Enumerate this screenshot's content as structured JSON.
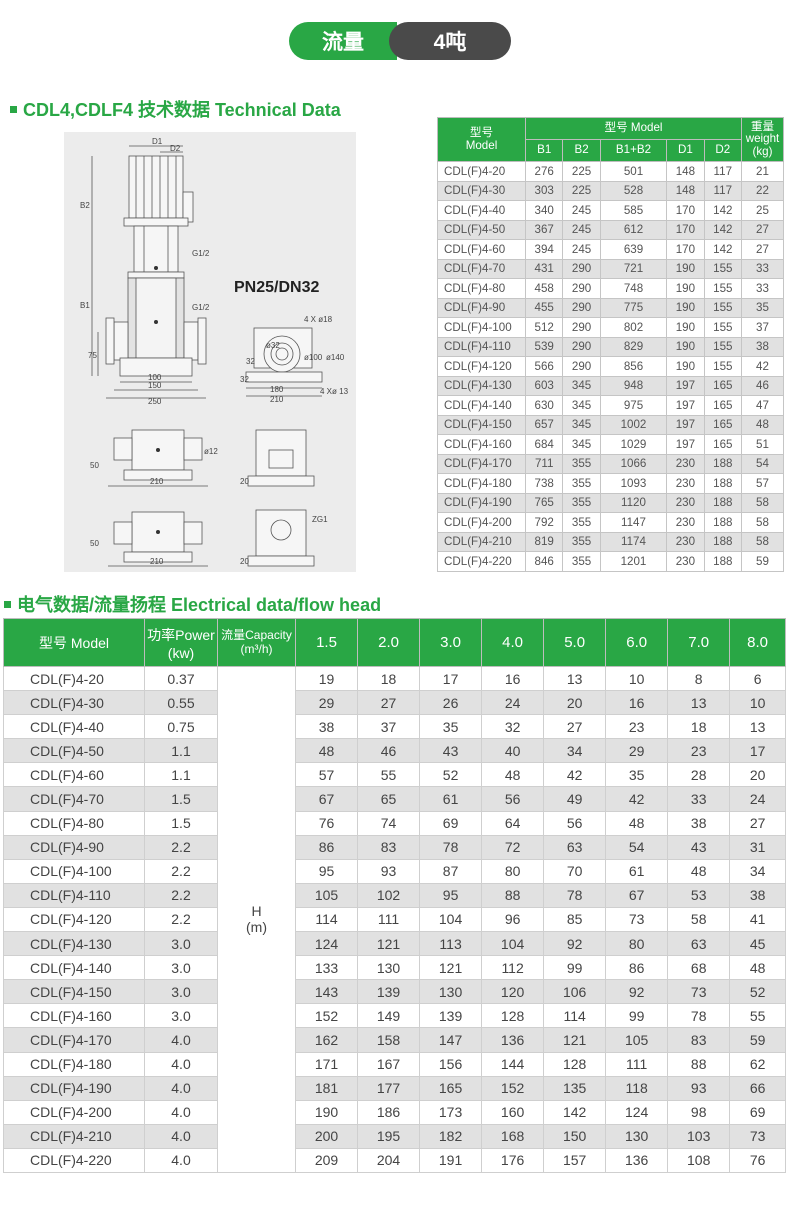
{
  "header": {
    "flow_label": "流量",
    "flow_value": "4吨"
  },
  "section1": {
    "title": "CDL4,CDLF4 技术数据 Technical Data"
  },
  "drawing": {
    "pn_label": "PN25/DN32",
    "labels": {
      "d1": "D1",
      "d2": "D2",
      "b2": "B2",
      "b1": "B1",
      "g1": "G1/2",
      "g2": "G1/2",
      "d75": "75",
      "d100": "100",
      "d150": "150",
      "d250": "250",
      "h32a": "32",
      "h32b": "32",
      "c180": "180",
      "c210": "210",
      "holes18": "4 X ø18",
      "holes13": "4 Xø 13",
      "dia100": "ø100",
      "dia140": "ø140",
      "dia32": "ø32",
      "v50a": "50",
      "v210a": "210",
      "dia12": "ø12",
      "v20a": "20",
      "v50b": "50",
      "v210b": "210",
      "zg": "ZG1",
      "v20b": "20"
    }
  },
  "tech_table": {
    "header_model_cn": "型号",
    "header_model_en": "Model",
    "header_group": "型号 Model",
    "header_weight_cn": "重量",
    "header_weight_en": "weight",
    "header_weight_unit": "(kg)",
    "columns": [
      "B1",
      "B2",
      "B1+B2",
      "D1",
      "D2"
    ],
    "rows": [
      [
        "CDL(F)4-20",
        "276",
        "225",
        "501",
        "148",
        "117",
        "21"
      ],
      [
        "CDL(F)4-30",
        "303",
        "225",
        "528",
        "148",
        "117",
        "22"
      ],
      [
        "CDL(F)4-40",
        "340",
        "245",
        "585",
        "170",
        "142",
        "25"
      ],
      [
        "CDL(F)4-50",
        "367",
        "245",
        "612",
        "170",
        "142",
        "27"
      ],
      [
        "CDL(F)4-60",
        "394",
        "245",
        "639",
        "170",
        "142",
        "27"
      ],
      [
        "CDL(F)4-70",
        "431",
        "290",
        "721",
        "190",
        "155",
        "33"
      ],
      [
        "CDL(F)4-80",
        "458",
        "290",
        "748",
        "190",
        "155",
        "33"
      ],
      [
        "CDL(F)4-90",
        "455",
        "290",
        "775",
        "190",
        "155",
        "35"
      ],
      [
        "CDL(F)4-100",
        "512",
        "290",
        "802",
        "190",
        "155",
        "37"
      ],
      [
        "CDL(F)4-110",
        "539",
        "290",
        "829",
        "190",
        "155",
        "38"
      ],
      [
        "CDL(F)4-120",
        "566",
        "290",
        "856",
        "190",
        "155",
        "42"
      ],
      [
        "CDL(F)4-130",
        "603",
        "345",
        "948",
        "197",
        "165",
        "46"
      ],
      [
        "CDL(F)4-140",
        "630",
        "345",
        "975",
        "197",
        "165",
        "47"
      ],
      [
        "CDL(F)4-150",
        "657",
        "345",
        "1002",
        "197",
        "165",
        "48"
      ],
      [
        "CDL(F)4-160",
        "684",
        "345",
        "1029",
        "197",
        "165",
        "51"
      ],
      [
        "CDL(F)4-170",
        "711",
        "355",
        "1066",
        "230",
        "188",
        "54"
      ],
      [
        "CDL(F)4-180",
        "738",
        "355",
        "1093",
        "230",
        "188",
        "57"
      ],
      [
        "CDL(F)4-190",
        "765",
        "355",
        "1120",
        "230",
        "188",
        "58"
      ],
      [
        "CDL(F)4-200",
        "792",
        "355",
        "1147",
        "230",
        "188",
        "58"
      ],
      [
        "CDL(F)4-210",
        "819",
        "355",
        "1174",
        "230",
        "188",
        "58"
      ],
      [
        "CDL(F)4-220",
        "846",
        "355",
        "1201",
        "230",
        "188",
        "59"
      ]
    ]
  },
  "section2": {
    "title": "电气数据/流量扬程 Electrical data/flow head"
  },
  "elec_table": {
    "header_model": "型号 Model",
    "header_power_cn": "功率Power",
    "header_power_unit": "(kw)",
    "header_capacity": "流量Capacity",
    "header_capacity_unit": "(m³/h)",
    "flows": [
      "1.5",
      "2.0",
      "3.0",
      "4.0",
      "5.0",
      "6.0",
      "7.0",
      "8.0"
    ],
    "head_label": "H",
    "head_unit": "(m)",
    "rows": [
      [
        "CDL(F)4-20",
        "0.37",
        "19",
        "18",
        "17",
        "16",
        "13",
        "10",
        "8",
        "6"
      ],
      [
        "CDL(F)4-30",
        "0.55",
        "29",
        "27",
        "26",
        "24",
        "20",
        "16",
        "13",
        "10"
      ],
      [
        "CDL(F)4-40",
        "0.75",
        "38",
        "37",
        "35",
        "32",
        "27",
        "23",
        "18",
        "13"
      ],
      [
        "CDL(F)4-50",
        "1.1",
        "48",
        "46",
        "43",
        "40",
        "34",
        "29",
        "23",
        "17"
      ],
      [
        "CDL(F)4-60",
        "1.1",
        "57",
        "55",
        "52",
        "48",
        "42",
        "35",
        "28",
        "20"
      ],
      [
        "CDL(F)4-70",
        "1.5",
        "67",
        "65",
        "61",
        "56",
        "49",
        "42",
        "33",
        "24"
      ],
      [
        "CDL(F)4-80",
        "1.5",
        "76",
        "74",
        "69",
        "64",
        "56",
        "48",
        "38",
        "27"
      ],
      [
        "CDL(F)4-90",
        "2.2",
        "86",
        "83",
        "78",
        "72",
        "63",
        "54",
        "43",
        "31"
      ],
      [
        "CDL(F)4-100",
        "2.2",
        "95",
        "93",
        "87",
        "80",
        "70",
        "61",
        "48",
        "34"
      ],
      [
        "CDL(F)4-110",
        "2.2",
        "105",
        "102",
        "95",
        "88",
        "78",
        "67",
        "53",
        "38"
      ],
      [
        "CDL(F)4-120",
        "2.2",
        "114",
        "111",
        "104",
        "96",
        "85",
        "73",
        "58",
        "41"
      ],
      [
        "CDL(F)4-130",
        "3.0",
        "124",
        "121",
        "113",
        "104",
        "92",
        "80",
        "63",
        "45"
      ],
      [
        "CDL(F)4-140",
        "3.0",
        "133",
        "130",
        "121",
        "112",
        "99",
        "86",
        "68",
        "48"
      ],
      [
        "CDL(F)4-150",
        "3.0",
        "143",
        "139",
        "130",
        "120",
        "106",
        "92",
        "73",
        "52"
      ],
      [
        "CDL(F)4-160",
        "3.0",
        "152",
        "149",
        "139",
        "128",
        "114",
        "99",
        "78",
        "55"
      ],
      [
        "CDL(F)4-170",
        "4.0",
        "162",
        "158",
        "147",
        "136",
        "121",
        "105",
        "83",
        "59"
      ],
      [
        "CDL(F)4-180",
        "4.0",
        "171",
        "167",
        "156",
        "144",
        "128",
        "111",
        "88",
        "62"
      ],
      [
        "CDL(F)4-190",
        "4.0",
        "181",
        "177",
        "165",
        "152",
        "135",
        "118",
        "93",
        "66"
      ],
      [
        "CDL(F)4-200",
        "4.0",
        "190",
        "186",
        "173",
        "160",
        "142",
        "124",
        "98",
        "69"
      ],
      [
        "CDL(F)4-210",
        "4.0",
        "200",
        "195",
        "182",
        "168",
        "150",
        "130",
        "103",
        "73"
      ],
      [
        "CDL(F)4-220",
        "4.0",
        "209",
        "204",
        "191",
        "176",
        "157",
        "136",
        "108",
        "76"
      ]
    ]
  },
  "colors": {
    "accent": "#29a745",
    "dark": "#4a4a4a",
    "stripe": "#e1e1e1",
    "drawing_bg": "#ececec"
  }
}
